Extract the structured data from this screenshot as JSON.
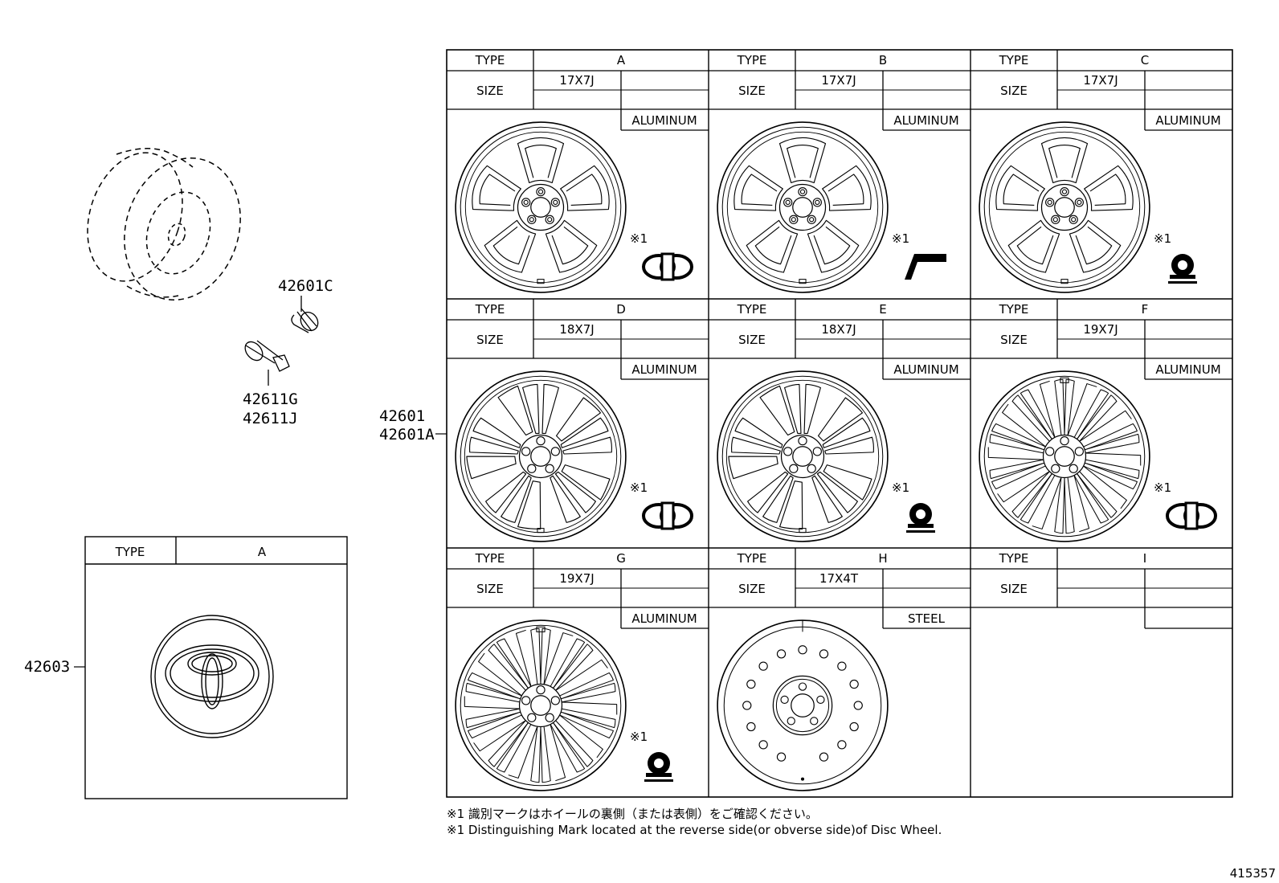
{
  "part_labels": {
    "valve_cap": "42601C",
    "valve_a": "42611G",
    "valve_b": "42611J",
    "wheel_a": "42601",
    "wheel_b": "42601A",
    "ornament": "42603"
  },
  "labels": {
    "type": "TYPE",
    "size": "SIZE",
    "mark": "※1"
  },
  "ornament_table": {
    "type_value": "A"
  },
  "wheels": [
    {
      "type": "A",
      "size": "17X7J",
      "material": "ALUMINUM",
      "spokes": "five",
      "mark": "ring"
    },
    {
      "type": "B",
      "size": "17X7J",
      "material": "ALUMINUM",
      "spokes": "five",
      "mark": "step"
    },
    {
      "type": "C",
      "size": "17X7J",
      "material": "ALUMINUM",
      "spokes": "five",
      "mark": "dome"
    },
    {
      "type": "D",
      "size": "18X7J",
      "material": "ALUMINUM",
      "spokes": "split",
      "mark": "ring"
    },
    {
      "type": "E",
      "size": "18X7J",
      "material": "ALUMINUM",
      "spokes": "split",
      "mark": "dome"
    },
    {
      "type": "F",
      "size": "19X7J",
      "material": "ALUMINUM",
      "spokes": "multi",
      "mark": "ring"
    },
    {
      "type": "G",
      "size": "19X7J",
      "material": "ALUMINUM",
      "spokes": "multi",
      "mark": "dome"
    },
    {
      "type": "H",
      "size": "17X4T",
      "material": "STEEL",
      "spokes": "steel",
      "mark": "none"
    },
    {
      "type": "I",
      "size": "",
      "material": "",
      "spokes": "none",
      "mark": "none"
    }
  ],
  "notes": {
    "jp": "※1 識別マークはホイールの裏側（または表側）をご確認ください。",
    "en": "※1 Distinguishing Mark located at the reverse side(or obverse side)of Disc Wheel."
  },
  "figure_id": "415357"
}
